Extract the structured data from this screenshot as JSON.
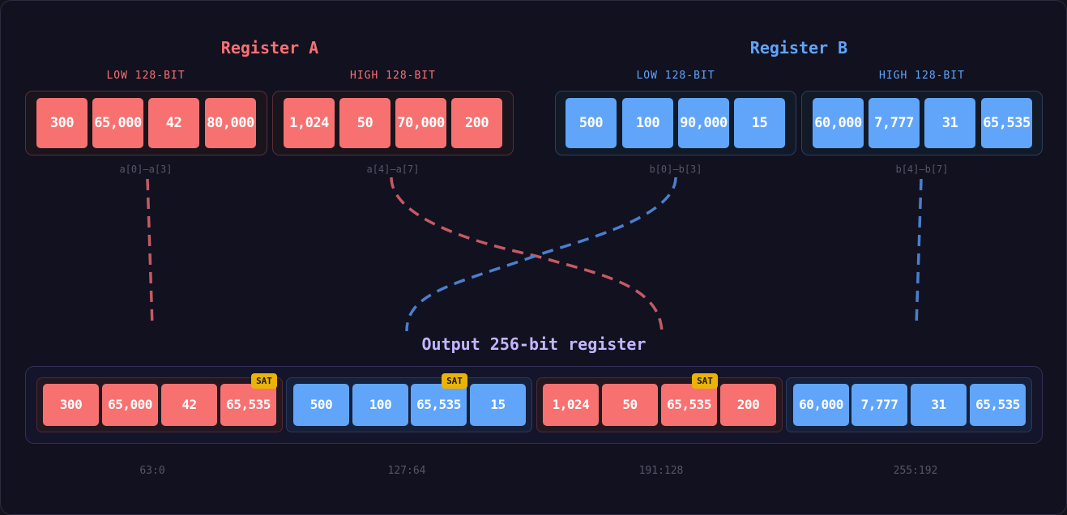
{
  "register_a": {
    "title": "Register A",
    "low": {
      "label": "LOW 128-BIT",
      "range": "a[0]–a[3]",
      "values": [
        "300",
        "65,000",
        "42",
        "80,000"
      ]
    },
    "high": {
      "label": "HIGH 128-BIT",
      "range": "a[4]–a[7]",
      "values": [
        "1,024",
        "50",
        "70,000",
        "200"
      ]
    }
  },
  "register_b": {
    "title": "Register B",
    "low": {
      "label": "LOW 128-BIT",
      "range": "b[0]–b[3]",
      "values": [
        "500",
        "100",
        "90,000",
        "15"
      ]
    },
    "high": {
      "label": "HIGH 128-BIT",
      "range": "b[4]–b[7]",
      "values": [
        "60,000",
        "7,777",
        "31",
        "65,535"
      ]
    }
  },
  "output": {
    "title": "Output 256-bit register",
    "sat_label": "SAT",
    "groups": [
      {
        "values": [
          "300",
          "65,000",
          "42",
          "65,535"
        ],
        "bits": "63:0"
      },
      {
        "values": [
          "500",
          "100",
          "65,535",
          "15"
        ],
        "bits": "127:64"
      },
      {
        "values": [
          "1,024",
          "50",
          "65,535",
          "200"
        ],
        "bits": "191:128"
      },
      {
        "values": [
          "60,000",
          "7,777",
          "31",
          "65,535"
        ],
        "bits": "255:192"
      }
    ]
  },
  "colors": {
    "register_a": "#f87171",
    "register_b": "#60a5fa",
    "saturation": "#eab308",
    "output": "#c4b5fd"
  }
}
